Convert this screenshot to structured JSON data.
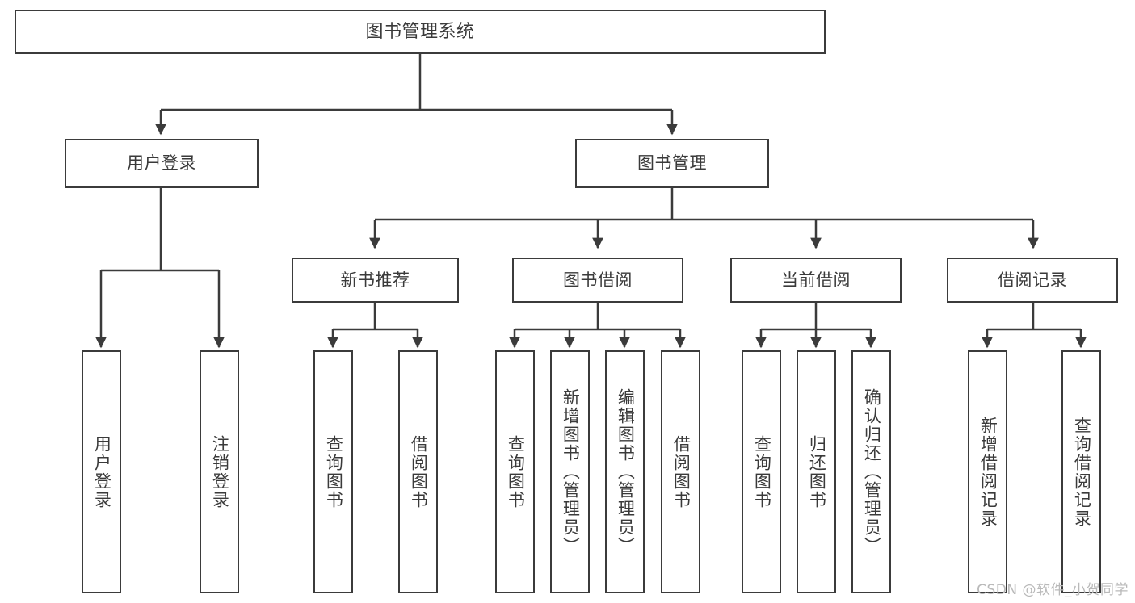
{
  "diagram": {
    "type": "hierarchy-tree",
    "title": "图书管理系统",
    "watermark": "CSDN @软件_小贺同学",
    "colors": {
      "border": "#3b3b3b",
      "text": "#3a3a3a",
      "background": "#ffffff",
      "watermark": "#b9b9b9"
    },
    "levels": {
      "root": {
        "label": "图书管理系统"
      },
      "level2": [
        {
          "id": "user-login",
          "label": "用户登录"
        },
        {
          "id": "book-management",
          "label": "图书管理"
        }
      ],
      "level3": [
        {
          "id": "new-book-recommend",
          "label": "新书推荐",
          "parent": "book-management"
        },
        {
          "id": "book-borrow",
          "label": "图书借阅",
          "parent": "book-management"
        },
        {
          "id": "current-borrow",
          "label": "当前借阅",
          "parent": "book-management"
        },
        {
          "id": "borrow-record",
          "label": "借阅记录",
          "parent": "book-management"
        }
      ],
      "leaves": [
        {
          "id": "leaf-user-login",
          "label": "用户登录",
          "parent": "user-login"
        },
        {
          "id": "leaf-logout-login",
          "label": "注销登录",
          "parent": "user-login"
        },
        {
          "id": "leaf-query-book-1",
          "label": "查询图书",
          "parent": "new-book-recommend"
        },
        {
          "id": "leaf-borrow-book-1",
          "label": "借阅图书",
          "parent": "new-book-recommend"
        },
        {
          "id": "leaf-query-book-2",
          "label": "查询图书",
          "parent": "book-borrow"
        },
        {
          "id": "leaf-add-book",
          "label": "新增图书（管理员）",
          "parent": "book-borrow"
        },
        {
          "id": "leaf-edit-book",
          "label": "编辑图书（管理员）",
          "parent": "book-borrow"
        },
        {
          "id": "leaf-borrow-book-2",
          "label": "借阅图书",
          "parent": "book-borrow"
        },
        {
          "id": "leaf-query-book-3",
          "label": "查询图书",
          "parent": "current-borrow"
        },
        {
          "id": "leaf-return-book",
          "label": "归还图书",
          "parent": "current-borrow"
        },
        {
          "id": "leaf-confirm-return",
          "label": "确认归还（管理员）",
          "parent": "current-borrow"
        },
        {
          "id": "leaf-add-record",
          "label": "新增借阅记录",
          "parent": "borrow-record"
        },
        {
          "id": "leaf-query-record",
          "label": "查询借阅记录",
          "parent": "borrow-record"
        }
      ]
    }
  }
}
